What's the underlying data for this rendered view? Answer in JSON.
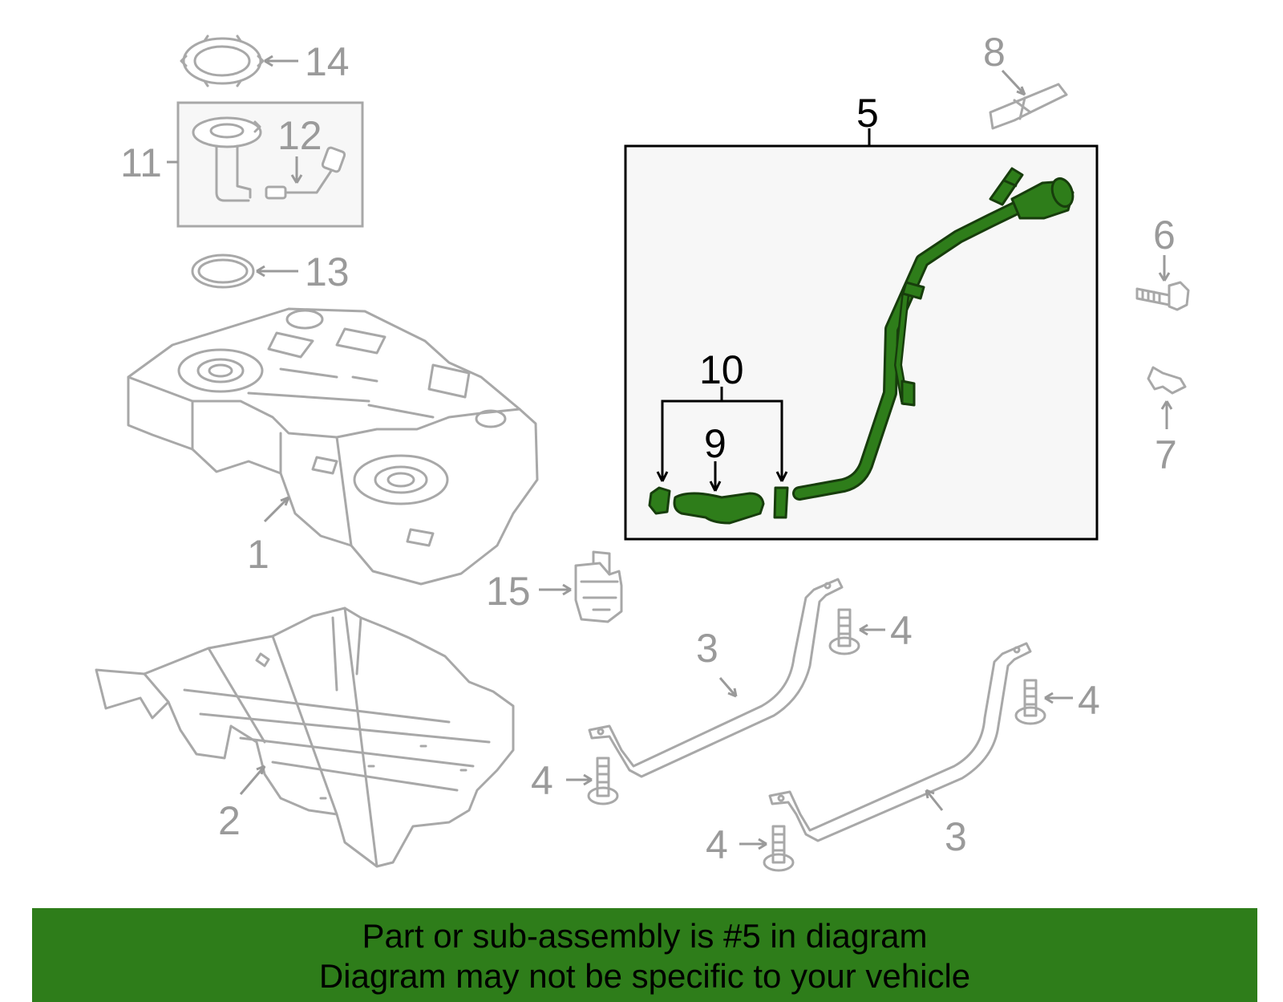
{
  "callouts": {
    "c1": "1",
    "c2": "2",
    "c3a": "3",
    "c3b": "3",
    "c4a": "4",
    "c4b": "4",
    "c4c": "4",
    "c4d": "4",
    "c5": "5",
    "c6": "6",
    "c7": "7",
    "c8": "8",
    "c9": "9",
    "c10": "10",
    "c11": "11",
    "c12": "12",
    "c13": "13",
    "c14": "14",
    "c15": "15"
  },
  "highlighted_part": "5",
  "colors": {
    "highlight_green": "#2e7d1a",
    "line_gray": "#a8a8a8",
    "footer_bg": "#2e7d1a"
  },
  "footer": {
    "line1": "Part or sub-assembly is #5 in diagram",
    "line2": "Diagram may not be specific to your vehicle"
  }
}
